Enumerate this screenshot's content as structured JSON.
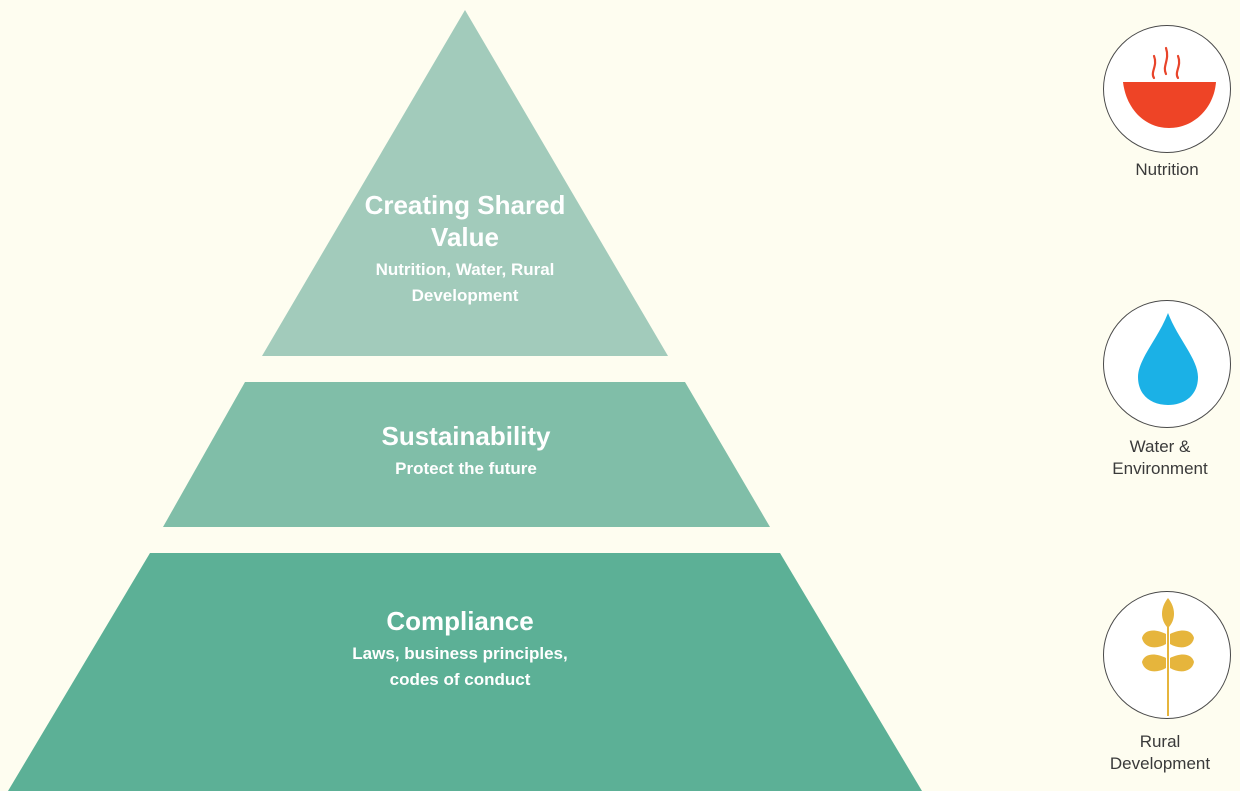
{
  "pyramid": {
    "top": {
      "title": "Creating Shared Value",
      "subtitle": "Nutrition, Water, Rural Development",
      "color": "#a2cbbb"
    },
    "middle": {
      "title": "Sustainability",
      "subtitle": "Protect the future",
      "color": "#80bea8"
    },
    "bottom": {
      "title": "Compliance",
      "subtitle": "Laws, business principles, codes of conduct",
      "color": "#5cb096"
    }
  },
  "side_icons": [
    {
      "icon": "bowl-icon",
      "label": "Nutrition"
    },
    {
      "icon": "water-drop-icon",
      "label": "Water & Environment"
    },
    {
      "icon": "wheat-icon",
      "label": "Rural Development"
    }
  ]
}
